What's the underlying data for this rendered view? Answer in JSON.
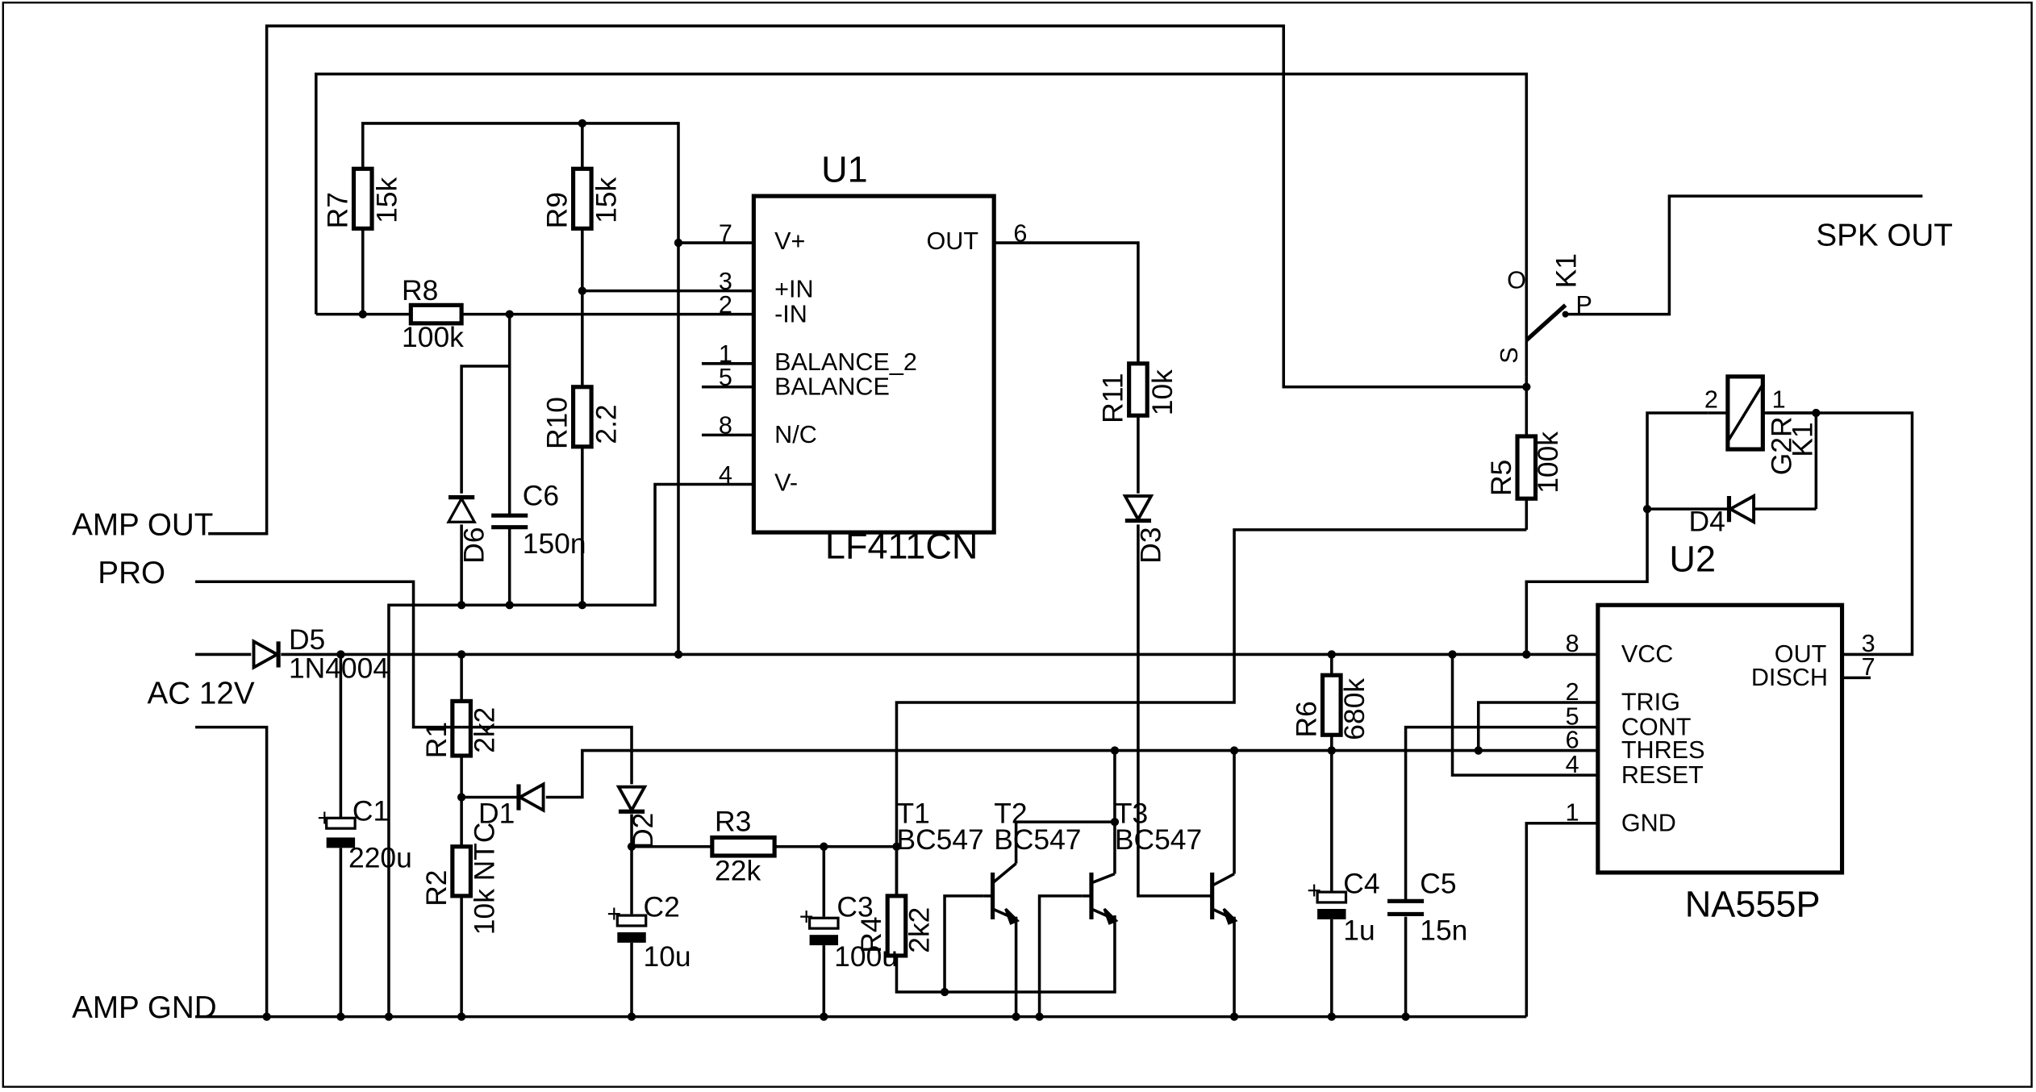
{
  "ports": {
    "amp_out": "AMP OUT",
    "pro": "PRO",
    "ac12v": "AC 12V",
    "amp_gnd": "AMP GND",
    "spk_out": "SPK OUT"
  },
  "u1": {
    "ref": "U1",
    "part": "LF411CN",
    "pins_left": [
      {
        "num": "7",
        "name": "V+"
      },
      {
        "num": "3",
        "name": "+IN"
      },
      {
        "num": "2",
        "name": "-IN"
      },
      {
        "num": "1",
        "name": "BALANCE_2"
      },
      {
        "num": "5",
        "name": "BALANCE"
      },
      {
        "num": "8",
        "name": "N/C"
      },
      {
        "num": "4",
        "name": "V-"
      }
    ],
    "pin_out": {
      "num": "6",
      "name": "OUT"
    }
  },
  "u2": {
    "ref": "U2",
    "part": "NA555P",
    "pins_left": [
      {
        "num": "8",
        "name": "VCC"
      },
      {
        "num": "2",
        "name": "TRIG"
      },
      {
        "num": "5",
        "name": "CONT"
      },
      {
        "num": "6",
        "name": "THRES"
      },
      {
        "num": "4",
        "name": "RESET"
      },
      {
        "num": "1",
        "name": "GND"
      }
    ],
    "pins_right": [
      {
        "num": "3",
        "name": "OUT"
      },
      {
        "num": "7",
        "name": "DISCH"
      }
    ]
  },
  "resistors": {
    "r1": {
      "ref": "R1",
      "value": "2k2"
    },
    "r2": {
      "ref": "R2",
      "value": "10k NTC"
    },
    "r3": {
      "ref": "R3",
      "value": "22k"
    },
    "r4": {
      "ref": "R4",
      "value": "2k2"
    },
    "r5": {
      "ref": "R5",
      "value": "100k"
    },
    "r6": {
      "ref": "R6",
      "value": "680k"
    },
    "r7": {
      "ref": "R7",
      "value": "15k"
    },
    "r8": {
      "ref": "R8",
      "value": "100k"
    },
    "r9": {
      "ref": "R9",
      "value": "15k"
    },
    "r10": {
      "ref": "R10",
      "value": "2.2"
    },
    "r11": {
      "ref": "R11",
      "value": "10k"
    }
  },
  "capacitors": {
    "c1": {
      "ref": "C1",
      "value": "220u"
    },
    "c2": {
      "ref": "C2",
      "value": "10u"
    },
    "c3": {
      "ref": "C3",
      "value": "100u"
    },
    "c4": {
      "ref": "C4",
      "value": "1u"
    },
    "c5": {
      "ref": "C5",
      "value": "15n"
    },
    "c6": {
      "ref": "C6",
      "value": "150n"
    },
    "polarity": "+"
  },
  "diodes": {
    "d1": "D1",
    "d2": "D2",
    "d3": "D3",
    "d4": "D4",
    "d5": "D5",
    "d5_part": "1N4004",
    "d6": "D6"
  },
  "transistors": {
    "t1": {
      "ref": "T1",
      "part": "BC547"
    },
    "t2": {
      "ref": "T2",
      "part": "BC547"
    },
    "t3": {
      "ref": "T3",
      "part": "BC547"
    }
  },
  "relay": {
    "ref": "K1",
    "coil_part": "G2R",
    "coil_ref": "K1",
    "coil_pin1": "1",
    "coil_pin2": "2",
    "contact_o": "O",
    "contact_p": "P",
    "contact_s": "S"
  }
}
